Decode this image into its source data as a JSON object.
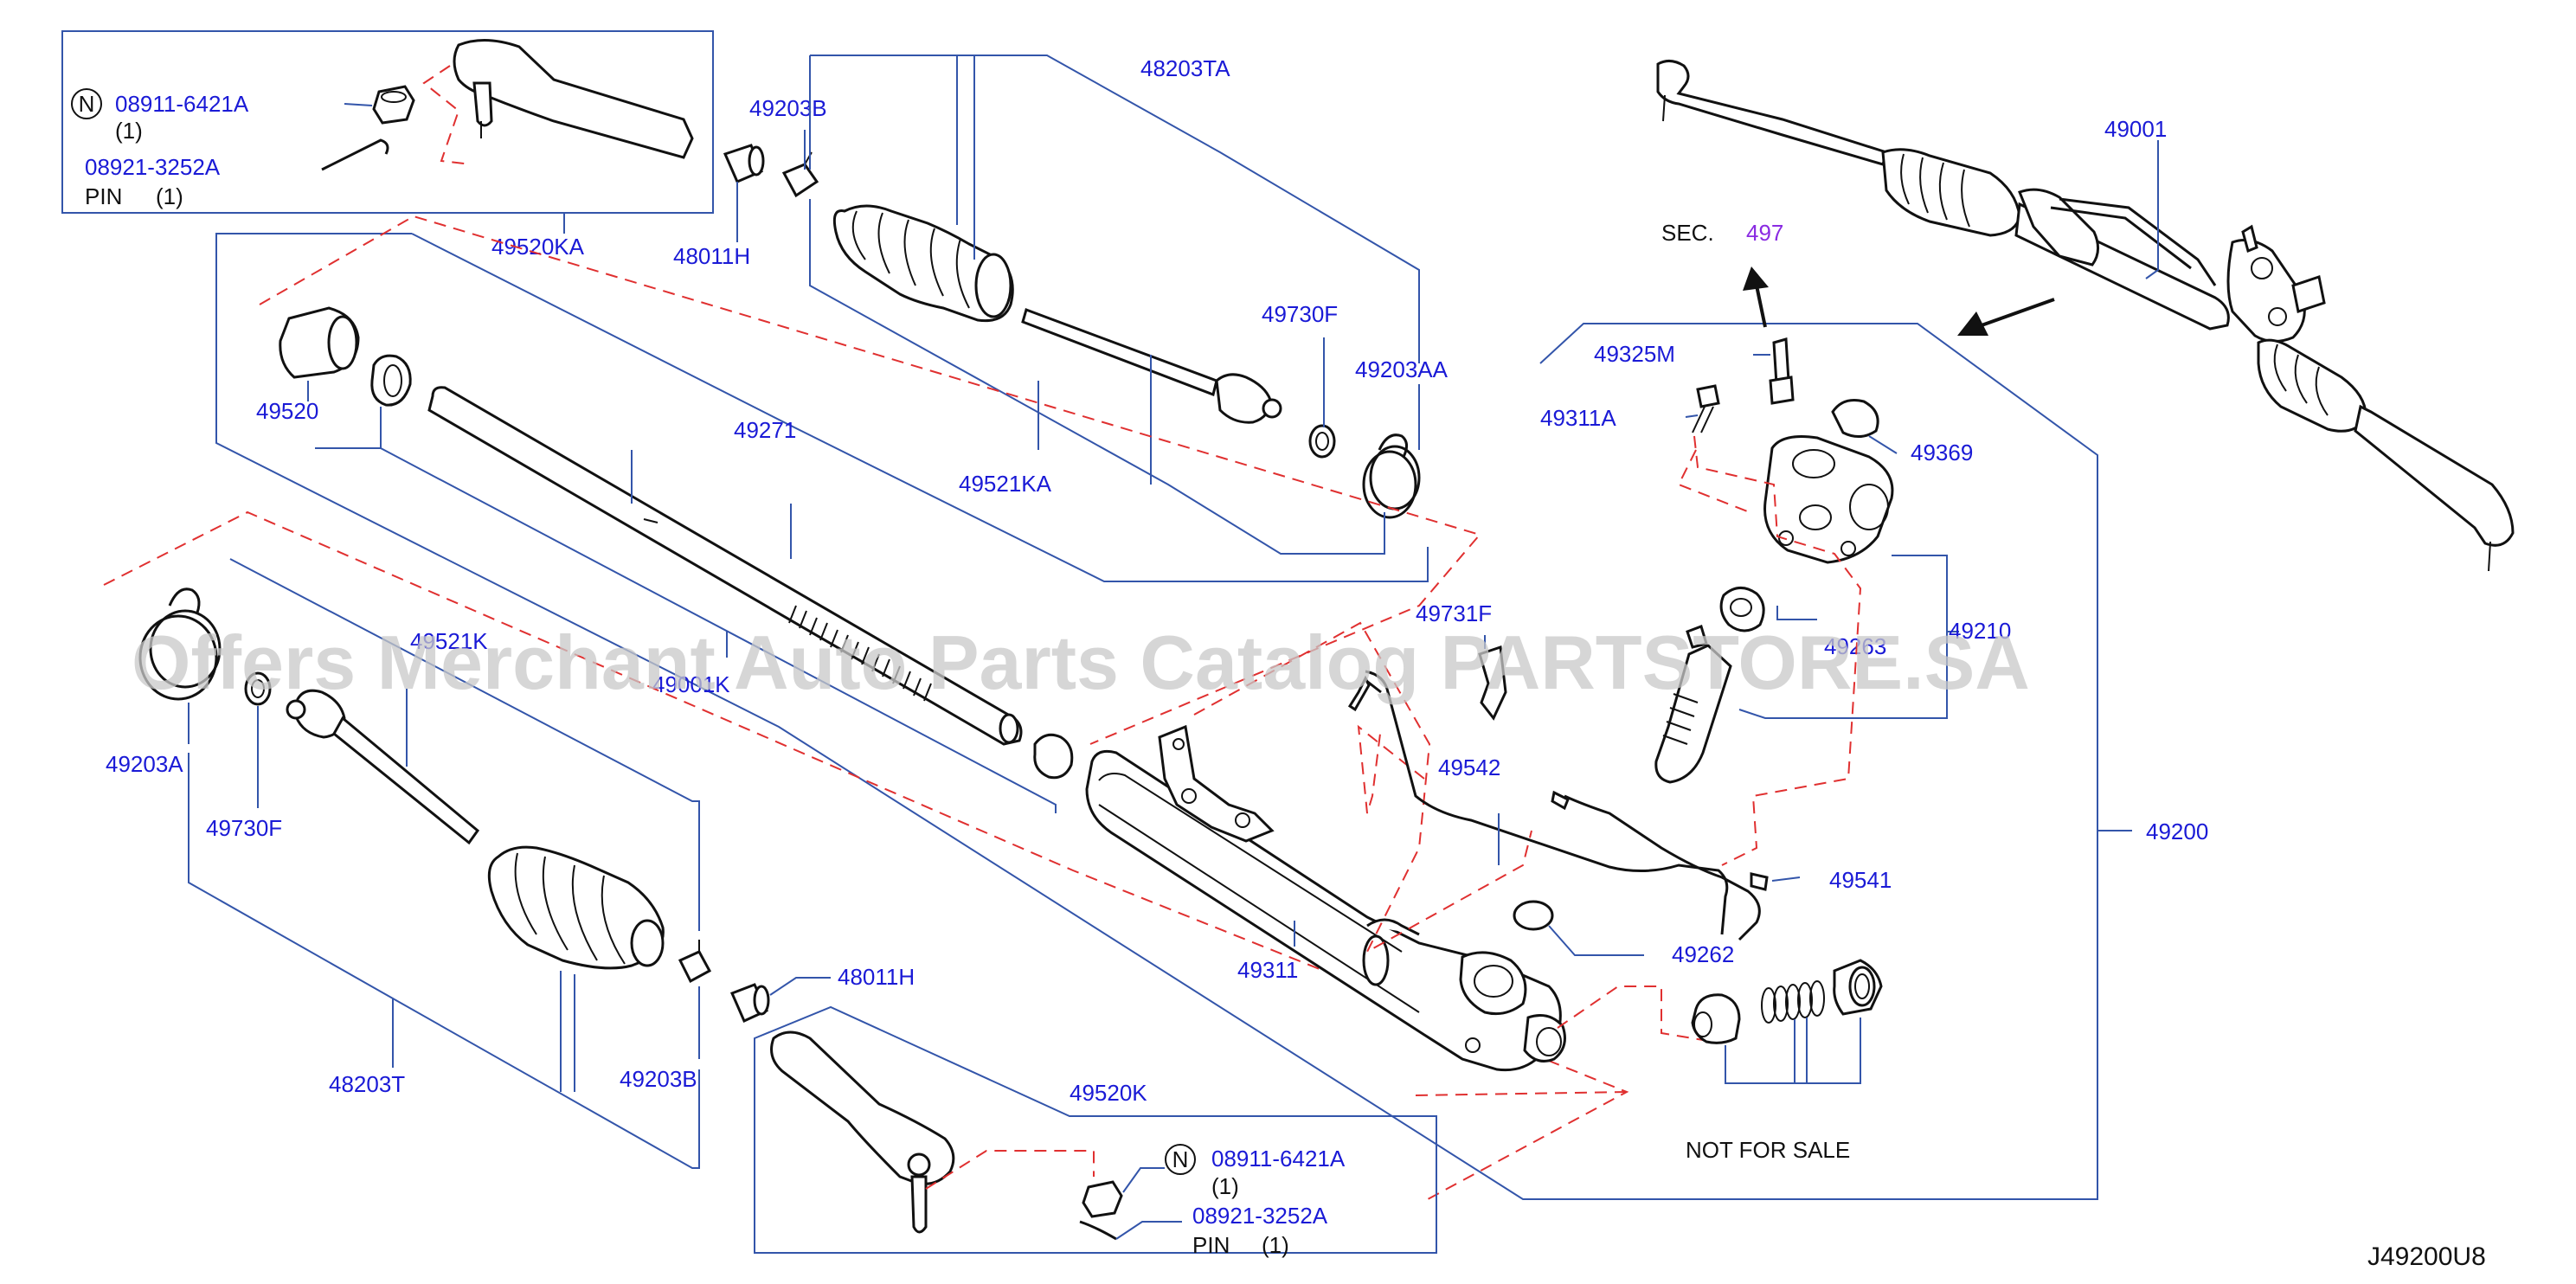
{
  "colors": {
    "label": "#1a1ad6",
    "leader": "#3355aa",
    "phantom": "#e03030",
    "part": "#111111",
    "sec_ref": "#8a2be2",
    "watermark": "#c9c9c9"
  },
  "watermark": "Offers Merchant Auto Parts Catalog PARTSTORE.SA",
  "drawing_code": "J49200U8",
  "labels": {
    "p48203TA": "48203TA",
    "p49203B_top": "49203B",
    "p48011H_top": "48011H",
    "p49520KA": "49520KA",
    "p49520": "49520",
    "p49271": "49271",
    "p49730F_top": "49730F",
    "p49203AA": "49203AA",
    "p49521KA": "49521KA",
    "p49521K_partial": "49521K",
    "p49001K_partial": "49001K",
    "p49203A": "49203A",
    "p49730F_left": "49730F",
    "p48203T": "48203T",
    "p49203B_bottom": "49203B",
    "p48011H_bottom": "48011H",
    "p49520K": "49520K",
    "p49311": "49311",
    "p49542": "49542",
    "p49731F": "49731F",
    "p49263_partial": "49263",
    "p49210_partial": "49210",
    "p49262": "49262",
    "p49541": "49541",
    "p49200": "49200",
    "p49325M": "49325M",
    "p49311A": "49311A",
    "p49369": "49369",
    "p49001": "49001",
    "sec_prefix": "SEC.",
    "sec_number": "497",
    "not_for_sale": "NOT   FOR   SALE"
  },
  "top_box": {
    "nut_symbol": "N",
    "nut_part": "08911-6421A",
    "nut_qty": "(1)",
    "pin_part": "08921-3252A",
    "pin_text": "PIN",
    "pin_qty": "(1)"
  },
  "bottom_box": {
    "nut_symbol": "N",
    "nut_part": "08911-6421A",
    "nut_qty": "(1)",
    "pin_part": "08921-3252A",
    "pin_text": "PIN",
    "pin_qty": "(1)"
  },
  "icons": [
    "arrow-up-icon",
    "arrow-diagonal-icon",
    "circled-n-icon"
  ]
}
